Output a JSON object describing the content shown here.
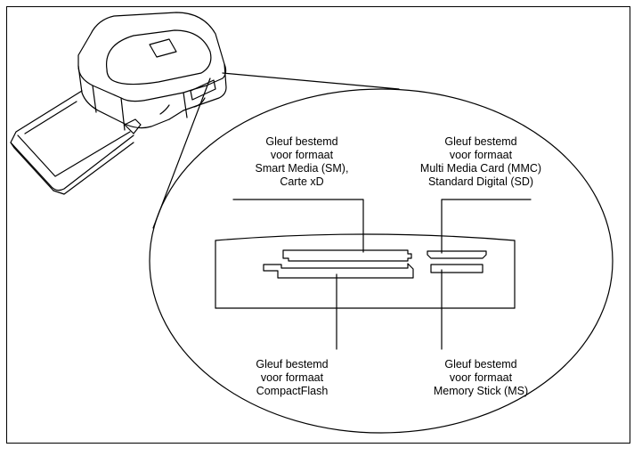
{
  "labels": {
    "smart_media": [
      "Gleuf bestemd",
      "voor formaat",
      "Smart Media (SM),",
      "Carte xD"
    ],
    "mmc_sd": [
      "Gleuf bestemd",
      "voor formaat",
      "Multi Media Card (MMC)",
      "Standard Digital (SD)"
    ],
    "compactflash": [
      "Gleuf bestemd",
      "voor formaat",
      "CompactFlash"
    ],
    "memory_stick": [
      "Gleuf bestemd",
      "voor formaat",
      "Memory Stick (MS)"
    ]
  },
  "colors": {
    "line": "#000000",
    "background": "#ffffff"
  }
}
